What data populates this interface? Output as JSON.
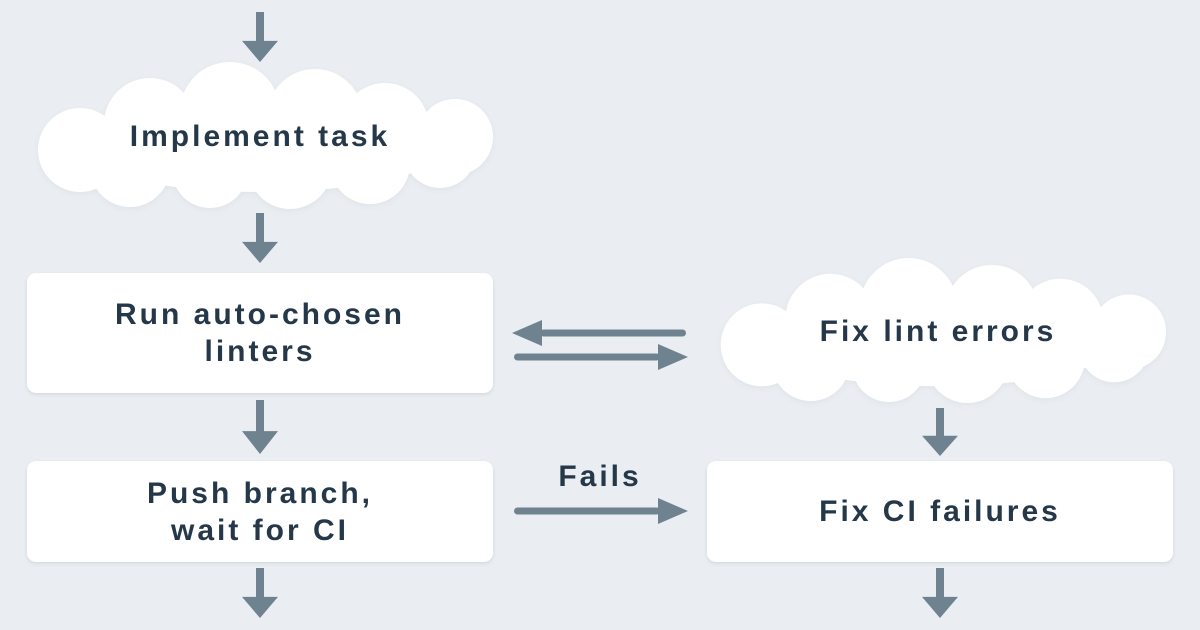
{
  "diagram": {
    "title_hint": "CI linting workflow flowchart",
    "colors": {
      "background": "#eaeef2",
      "node_fill": "#ffffff",
      "arrow": "#6f8290",
      "text": "#24384a"
    },
    "nodes": {
      "implement_task": {
        "type": "cloud",
        "label": "Implement task"
      },
      "run_linters": {
        "type": "box",
        "line1": "Run auto-chosen",
        "line2": "linters"
      },
      "fix_lint_errors": {
        "type": "cloud",
        "label": "Fix lint errors"
      },
      "push_branch": {
        "type": "box",
        "line1": "Push branch,",
        "line2": "wait for CI"
      },
      "fix_ci_failures": {
        "type": "box",
        "label": "Fix CI failures"
      }
    },
    "edges": {
      "fails_label": "Fails"
    }
  }
}
